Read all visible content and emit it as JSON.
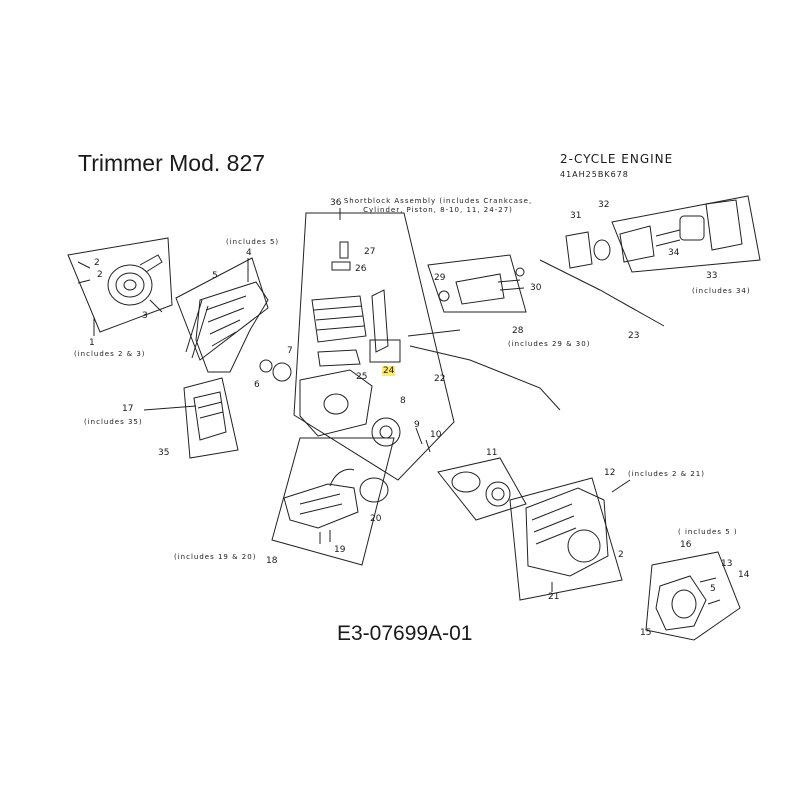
{
  "header": {
    "title": "Trimmer Mod.  827",
    "engine_type": "2-CYCLE ENGINE",
    "engine_model": "41AH25BK678"
  },
  "footer": {
    "diagram_code": "E3-07699A-01"
  },
  "notes": {
    "shortblock_line1": "Shortblock Assembly (includes Crankcase,",
    "shortblock_line2": "Cylinder, Piston, 8-10, 11, 24-27)",
    "includes_5_a": "(includes 5)",
    "includes_2_3": "(includes 2 & 3)",
    "includes_35": "(includes 35)",
    "includes_29_30": "(includes 29 & 30)",
    "includes_34": "(includes 34)",
    "includes_2_21": "(includes 2 & 21)",
    "includes_5_b": "( includes 5 )",
    "includes_19_20": "(includes 19 & 20)"
  },
  "callouts": {
    "c1": "1",
    "c2a": "2",
    "c2b": "2",
    "c3": "3",
    "c4": "4",
    "c5a": "5",
    "c6": "6",
    "c7": "7",
    "c8": "8",
    "c9": "9",
    "c10": "10",
    "c11": "11",
    "c12": "12",
    "c13": "13",
    "c14": "14",
    "c15": "15",
    "c16": "16",
    "c17": "17",
    "c18": "18",
    "c19": "19",
    "c20": "20",
    "c21": "21",
    "c22": "22",
    "c23": "23",
    "c24": "24",
    "c25": "25",
    "c26": "26",
    "c27": "27",
    "c28": "28",
    "c29": "29",
    "c30": "30",
    "c31": "31",
    "c32": "32",
    "c33": "33",
    "c34": "34",
    "c35": "35",
    "c36": "36",
    "c5b": "5",
    "c2c": "2"
  },
  "highlight_color": "#ffe866"
}
